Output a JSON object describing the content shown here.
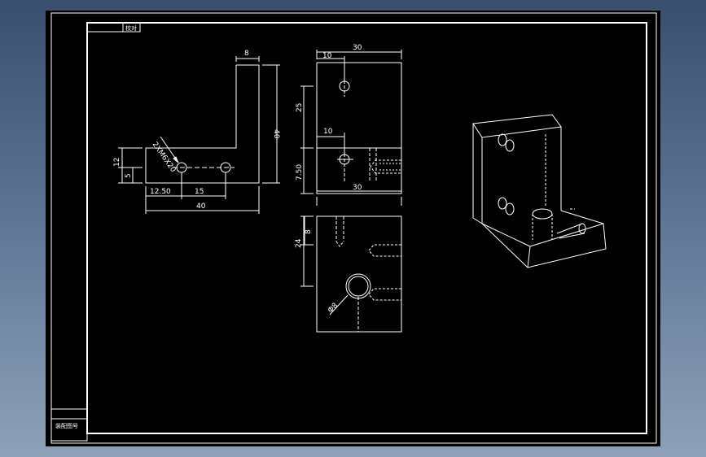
{
  "title_block": {
    "top_tab_label": "校对",
    "bottom_label": "装配图号"
  },
  "views": {
    "front": {
      "hole_note": "2XM6X20",
      "dims": {
        "top_width": "8",
        "height": "40",
        "hole_height": "12",
        "hole_offset": "5",
        "left_offset": "12.50",
        "hole_spacing": "15",
        "total_width": "40"
      }
    },
    "side": {
      "dims": {
        "top_width": "30",
        "hole_x_top": "10",
        "vertical_top": "25",
        "hole_x_bottom": "10",
        "vertical_bottom": "7.50",
        "bottom_width": "30"
      }
    },
    "top": {
      "dims": {
        "depth": "8",
        "vertical": "24",
        "hole_diameter": "Φ8"
      }
    }
  },
  "colors": {
    "background": "#000000",
    "lines": "#ffffff",
    "frame_gradient_top": "#3a4f6e",
    "frame_gradient_bottom": "#8ea1b8"
  }
}
